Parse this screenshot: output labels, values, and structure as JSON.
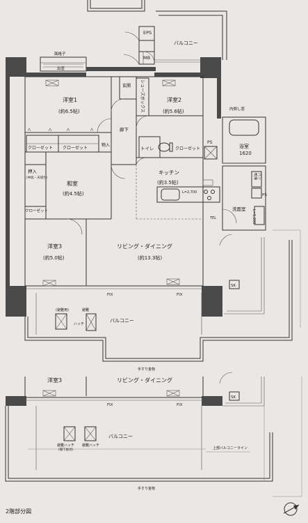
{
  "labels": {
    "eps": "EPS",
    "mb": "MB",
    "balcony_top": "バルコニー",
    "koshi": "面格子",
    "mado": "出窓",
    "genkan": "玄関",
    "shoes": "シューズボックス",
    "yoshitsu1": "洋室1",
    "yoshitsu1_size": "(約6.5帖)",
    "yoshitsu2": "洋室2",
    "yoshitsu2_size": "(約5.6帖)",
    "rouka": "廊下",
    "naitorai": "内倒し窓",
    "yokushitsu": "浴室",
    "yokushitsu_size": "1620",
    "closet_a": "クローゼット",
    "closet_b": "クローゼット",
    "monoire": "物入",
    "toilet": "トイレ",
    "closet_c": "クローゼット",
    "oshiire": "押入",
    "oshiire_sub": "(中段・天袋付)",
    "washitsu": "和室",
    "washitsu_size": "(約4.5帖)",
    "kitchen": "キッチン",
    "kitchen_size": "(約3.5帖)",
    "kitchen_len": "L=2,700",
    "kanso": "乾燥",
    "pan": "パン",
    "ps": "PS",
    "senmen": "洗面室",
    "senmen_len": "L=1,200",
    "closet_d": "クローゼット",
    "tel": "TEL",
    "yoshitsu3": "洋室3",
    "yoshitsu3_size": "(約5.0帖)",
    "living": "リビング・ダイニング",
    "living_size": "(約13.3帖)",
    "fix1": "FIX",
    "fix2": "FIX",
    "sk": "SK",
    "hinan1": "(避難用)",
    "hinan2": "避難",
    "hinan3": "ハッチ",
    "balcony_mid": "バルコニー",
    "tesuri1": "手すり金物",
    "floor2_yoshitsu3": "洋室3",
    "floor2_living": "リビング・ダイニング",
    "floor2_fix1": "FIX",
    "floor2_fix2": "FIX",
    "floor2_sk": "SK",
    "floor2_hatch1": "避難ハッチ",
    "floor2_hatch1b": "(隔て板付)",
    "floor2_hatch2": "避難ハッチ",
    "floor2_balcony": "バルコニー",
    "floor2_upper_line": "上部バルコニーライン",
    "tesuri2": "手すり金物",
    "caption": "2階部分図"
  }
}
